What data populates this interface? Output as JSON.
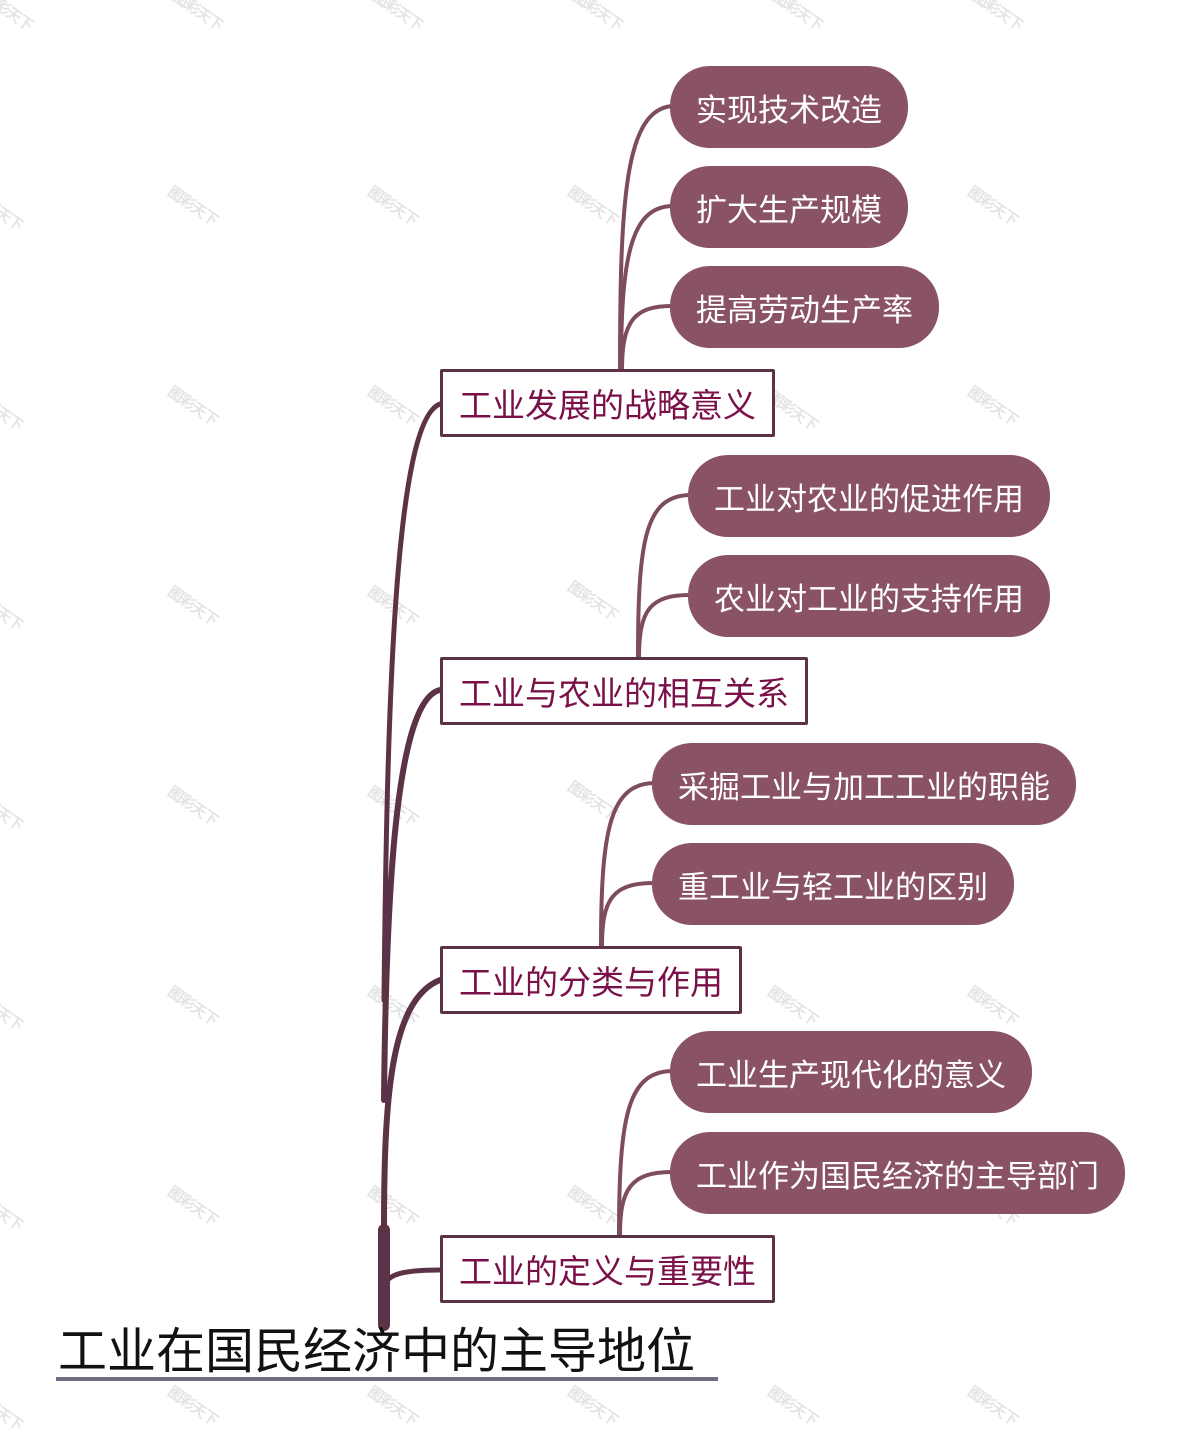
{
  "root": {
    "label": "工业在国民经济中的主导地位"
  },
  "branches": [
    {
      "label": "工业发展的战略意义",
      "children": [
        "实现技术改造",
        "扩大生产规模",
        "提高劳动生产率"
      ]
    },
    {
      "label": "工业与农业的相互关系",
      "children": [
        "工业对农业的促进作用",
        "农业对工业的支持作用"
      ]
    },
    {
      "label": "工业的分类与作用",
      "children": [
        "采掘工业与加工工业的职能",
        "重工业与轻工业的区别"
      ]
    },
    {
      "label": "工业的定义与重要性",
      "children": [
        "工业生产现代化的意义",
        "工业作为国民经济的主导部门"
      ]
    }
  ],
  "watermark": {
    "text": "图彩天下"
  },
  "colors": {
    "trunk": "#5c3246",
    "leaf_fill": "#8a5266",
    "leaf_link": "#7e4c60",
    "branch_text": "#7a1048",
    "root_underline": "#6e6e82"
  }
}
